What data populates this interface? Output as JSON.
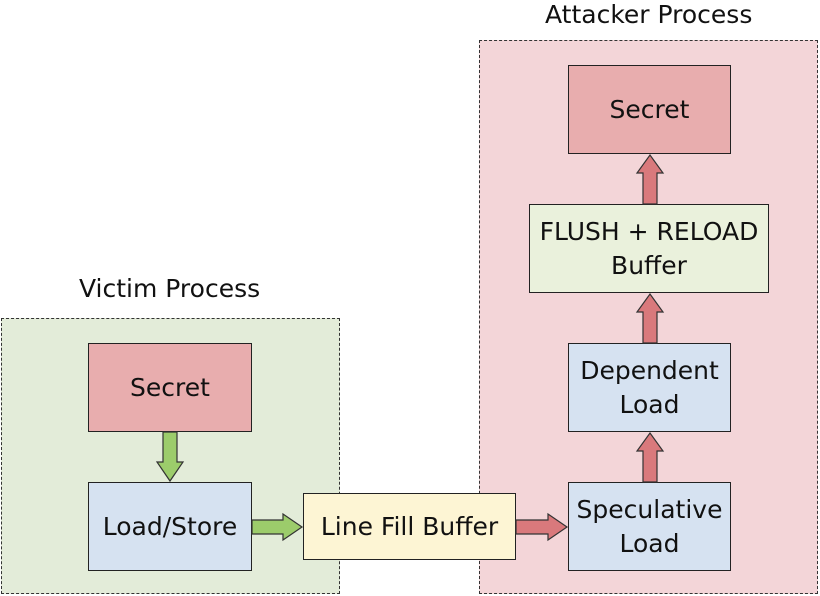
{
  "colors": {
    "victim_bg": "#e3ecd9",
    "attacker_bg": "#f3d5d8",
    "secret_fill": "#e8adae",
    "blue_fill": "#d6e2f1",
    "green_fill": "#eaf1dc",
    "yellow_fill": "#fdf5d4",
    "green_arrow": "#9ccc6b",
    "red_arrow": "#d9797c"
  },
  "victim": {
    "title": "Victim Process",
    "secret": "Secret",
    "load_store": "Load/Store"
  },
  "line_fill_buffer": "Line Fill Buffer",
  "attacker": {
    "title": "Attacker Process",
    "speculative_load": [
      "Speculative",
      "Load"
    ],
    "dependent_load": [
      "Dependent",
      "Load"
    ],
    "flush_reload": [
      "FLUSH + RELOAD",
      "Buffer"
    ],
    "secret": "Secret"
  }
}
